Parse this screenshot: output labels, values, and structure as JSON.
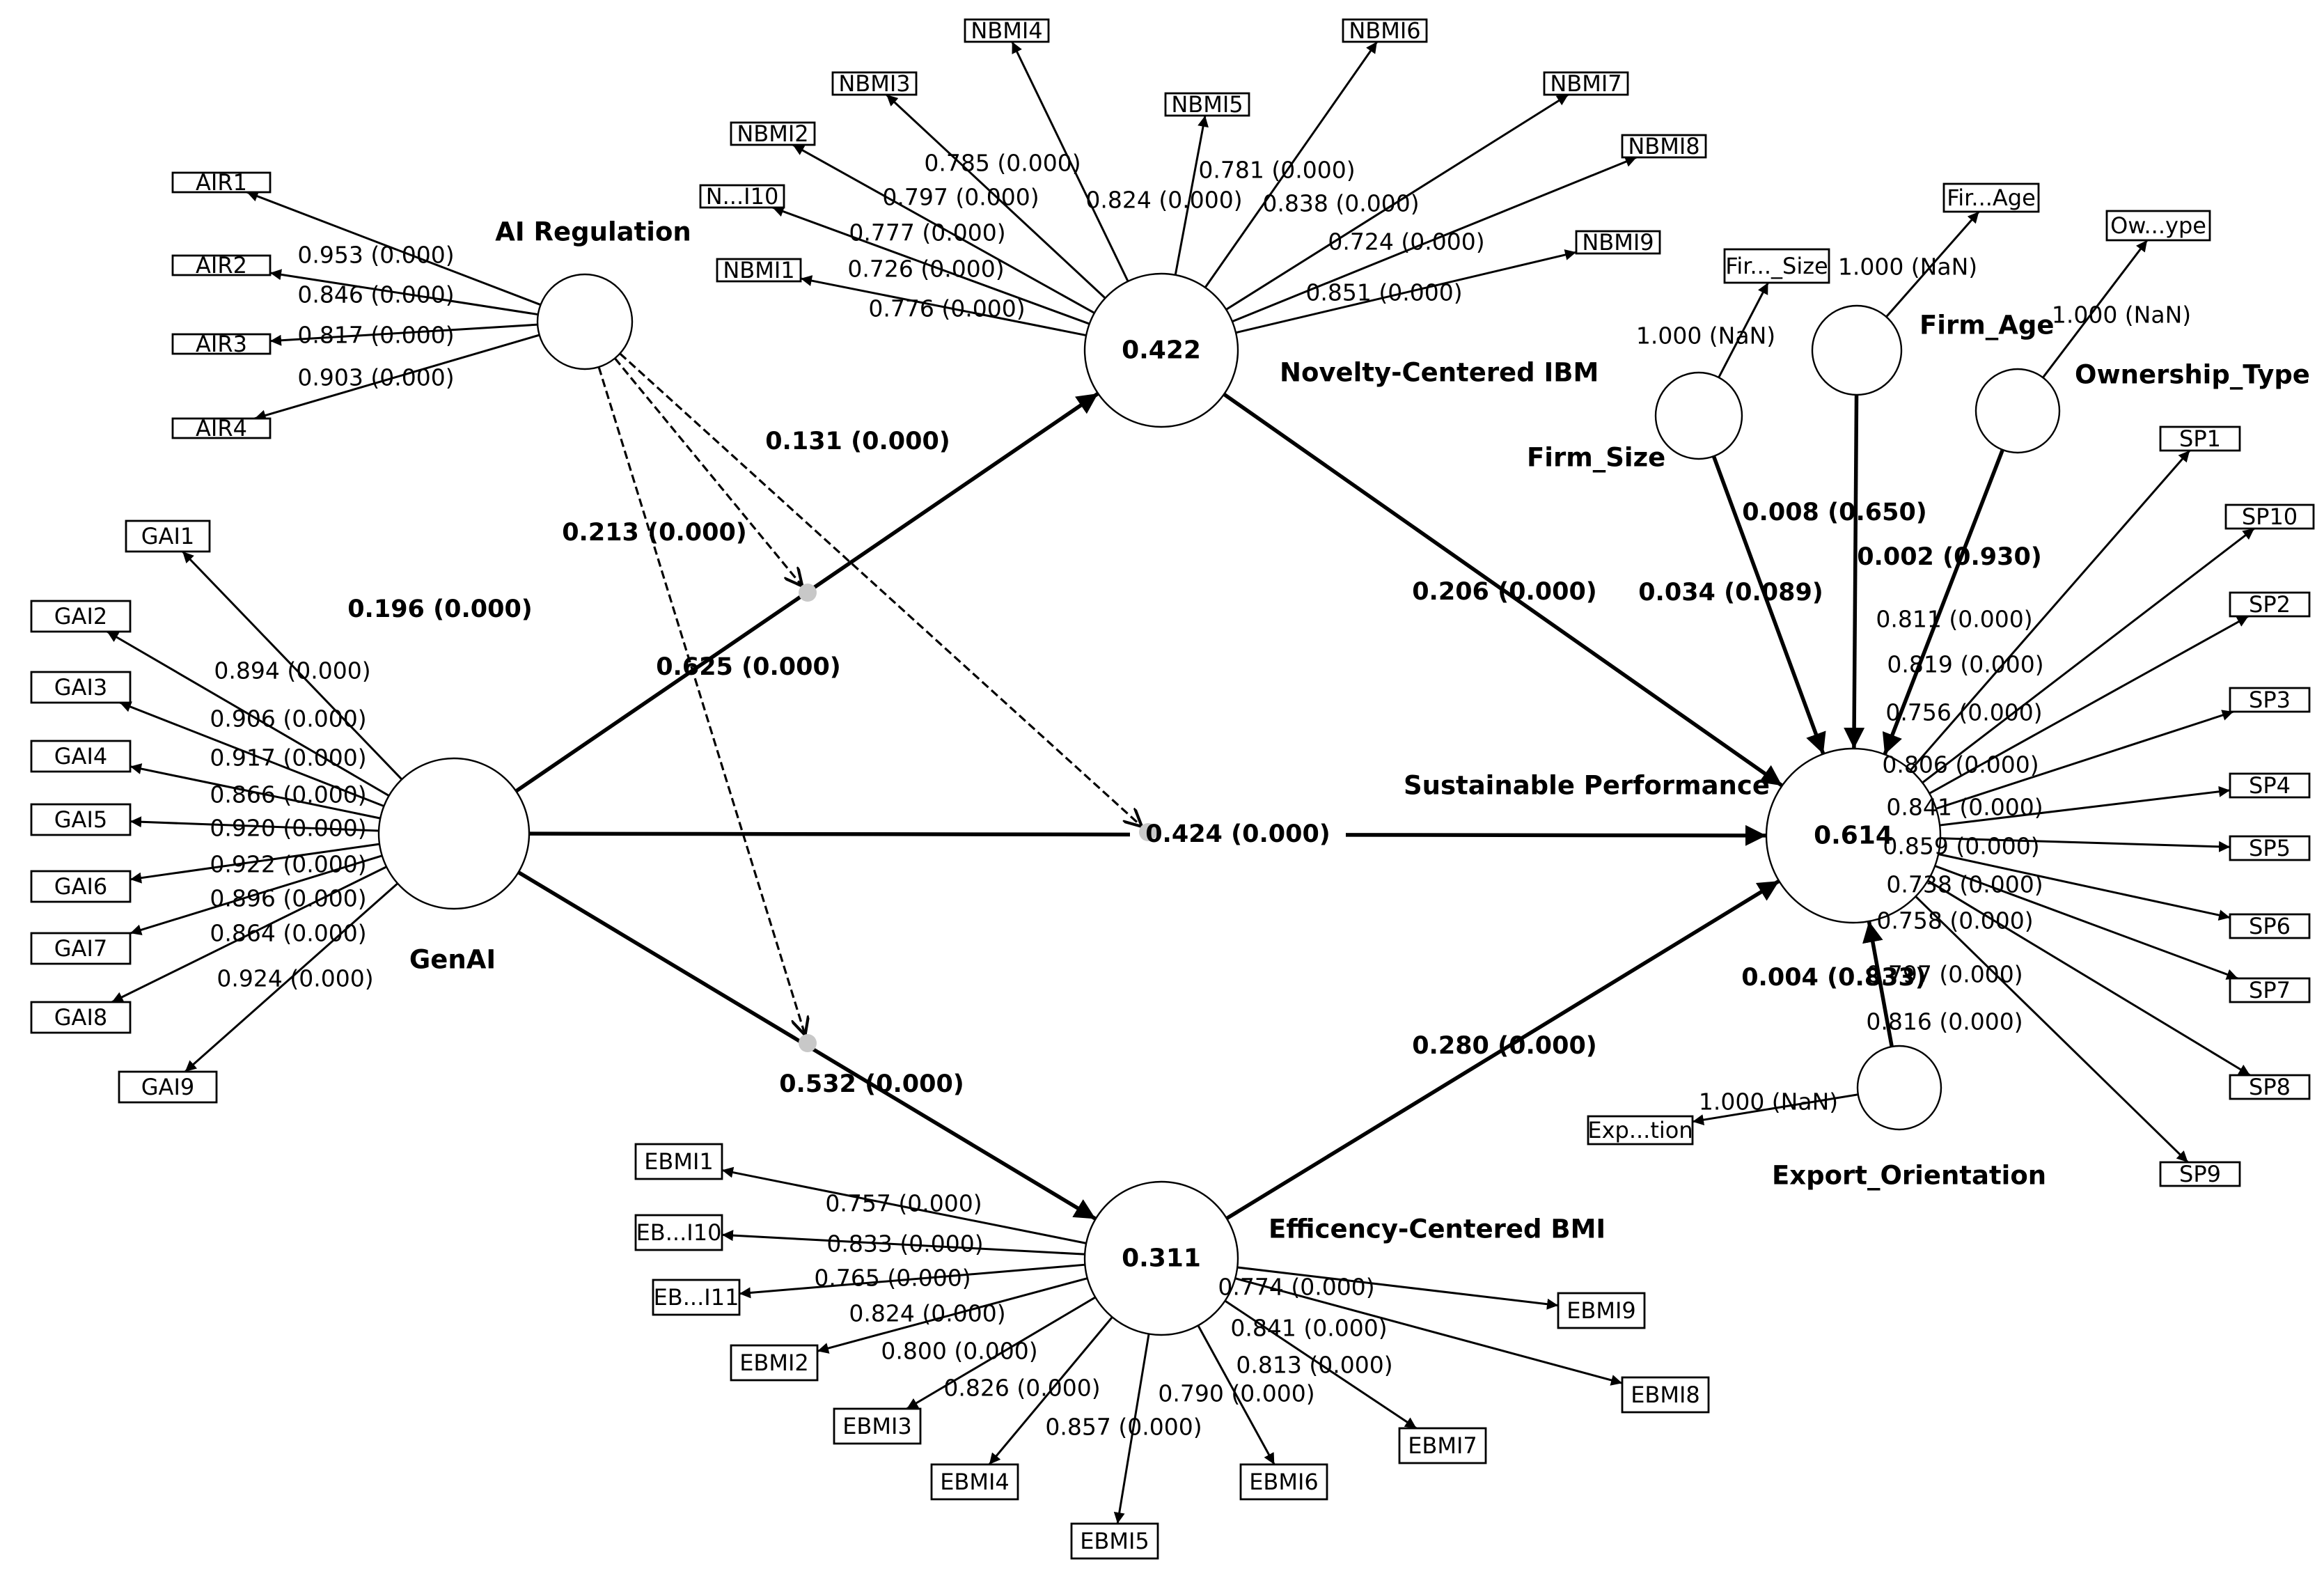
{
  "constructs": {
    "ai_regulation": {
      "title": "AI Regulation",
      "r2": ""
    },
    "genai": {
      "title": "GenAI",
      "r2": ""
    },
    "nbmi": {
      "title": "Novelty-Centered IBM",
      "r2": "0.422"
    },
    "ebmi": {
      "title": "Efficency-Centered BMI",
      "r2": "0.311"
    },
    "sp": {
      "title": "Sustainable Performance",
      "r2": "0.614"
    },
    "firm_size": {
      "title": "Firm_Size",
      "r2": ""
    },
    "firm_age": {
      "title": "Firm_Age",
      "r2": ""
    },
    "ownership": {
      "title": "Ownership_Type",
      "r2": ""
    },
    "export": {
      "title": "Export_Orientation",
      "r2": ""
    }
  },
  "indicators": {
    "ai_regulation": [
      {
        "name": "AIR1",
        "loading": "0.953 (0.000)"
      },
      {
        "name": "AIR2",
        "loading": "0.846 (0.000)"
      },
      {
        "name": "AIR3",
        "loading": "0.817 (0.000)"
      },
      {
        "name": "AIR4",
        "loading": "0.903 (0.000)"
      }
    ],
    "genai": [
      {
        "name": "GAI1",
        "loading": "0.894 (0.000)"
      },
      {
        "name": "GAI2",
        "loading": "0.906 (0.000)"
      },
      {
        "name": "GAI3",
        "loading": "0.917 (0.000)"
      },
      {
        "name": "GAI4",
        "loading": "0.866 (0.000)"
      },
      {
        "name": "GAI5",
        "loading": "0.920 (0.000)"
      },
      {
        "name": "GAI6",
        "loading": "0.922 (0.000)"
      },
      {
        "name": "GAI7",
        "loading": "0.896 (0.000)"
      },
      {
        "name": "GAI8",
        "loading": "0.864 (0.000)"
      },
      {
        "name": "GAI9",
        "loading": "0.924 (0.000)"
      }
    ],
    "nbmi": [
      {
        "name": "NBMI1",
        "loading": "0.776 (0.000)"
      },
      {
        "name": "N...I10",
        "loading": "0.726 (0.000)"
      },
      {
        "name": "NBMI2",
        "loading": "0.777 (0.000)"
      },
      {
        "name": "NBMI3",
        "loading": "0.797 (0.000)"
      },
      {
        "name": "NBMI4",
        "loading": "0.785 (0.000)"
      },
      {
        "name": "NBMI5",
        "loading": "0.824 (0.000)"
      },
      {
        "name": "NBMI6",
        "loading": "0.781 (0.000)"
      },
      {
        "name": "NBMI7",
        "loading": "0.838 (0.000)"
      },
      {
        "name": "NBMI8",
        "loading": "0.724 (0.000)"
      },
      {
        "name": "NBMI9",
        "loading": "0.851 (0.000)"
      }
    ],
    "ebmi": [
      {
        "name": "EBMI1",
        "loading": "0.757 (0.000)"
      },
      {
        "name": "EB...I10",
        "loading": "0.833 (0.000)"
      },
      {
        "name": "EB...I11",
        "loading": "0.765 (0.000)"
      },
      {
        "name": "EBMI2",
        "loading": "0.824 (0.000)"
      },
      {
        "name": "EBMI3",
        "loading": "0.800 (0.000)"
      },
      {
        "name": "EBMI4",
        "loading": "0.826 (0.000)"
      },
      {
        "name": "EBMI5",
        "loading": "0.857 (0.000)"
      },
      {
        "name": "EBMI6",
        "loading": "0.790 (0.000)"
      },
      {
        "name": "EBMI7",
        "loading": "0.813 (0.000)"
      },
      {
        "name": "EBMI8",
        "loading": "0.841 (0.000)"
      },
      {
        "name": "EBMI9",
        "loading": "0.774 (0.000)"
      }
    ],
    "sp": [
      {
        "name": "SP1",
        "loading": "0.811 (0.000)"
      },
      {
        "name": "SP10",
        "loading": "0.819 (0.000)"
      },
      {
        "name": "SP2",
        "loading": "0.756 (0.000)"
      },
      {
        "name": "SP3",
        "loading": "0.806 (0.000)"
      },
      {
        "name": "SP4",
        "loading": "0.841 (0.000)"
      },
      {
        "name": "SP5",
        "loading": "0.859 (0.000)"
      },
      {
        "name": "SP6",
        "loading": "0.738 (0.000)"
      },
      {
        "name": "SP7",
        "loading": "0.758 (0.000)"
      },
      {
        "name": "SP8",
        "loading": "0.797 (0.000)"
      },
      {
        "name": "SP9",
        "loading": "0.816 (0.000)"
      }
    ],
    "firm_size": [
      {
        "name": "Fir..._Size",
        "loading": "1.000 (NaN)"
      }
    ],
    "firm_age": [
      {
        "name": "Fir...Age",
        "loading": "1.000 (NaN)"
      }
    ],
    "ownership": [
      {
        "name": "Ow...ype",
        "loading": "1.000 (NaN)"
      }
    ],
    "export": [
      {
        "name": "Exp...tion",
        "loading": "1.000 (NaN)"
      }
    ]
  },
  "paths": {
    "genai_nbmi": "0.625 (0.000)",
    "genai_sp": "0.424 (0.000)",
    "genai_ebmi": "0.532 (0.000)",
    "nbmi_sp": "0.206 (0.000)",
    "ebmi_sp": "0.280 (0.000)",
    "firmsize_sp": "0.034 (0.089)",
    "firmage_sp": "0.008 (0.650)",
    "ownership_sp": "0.002 (0.930)",
    "export_sp": "0.004 (0.833)",
    "mod_air_sp": "0.131 (0.000)",
    "mod_air_nbmi": "0.213 (0.000)",
    "mod_air_ebmi": "0.196 (0.000)"
  }
}
